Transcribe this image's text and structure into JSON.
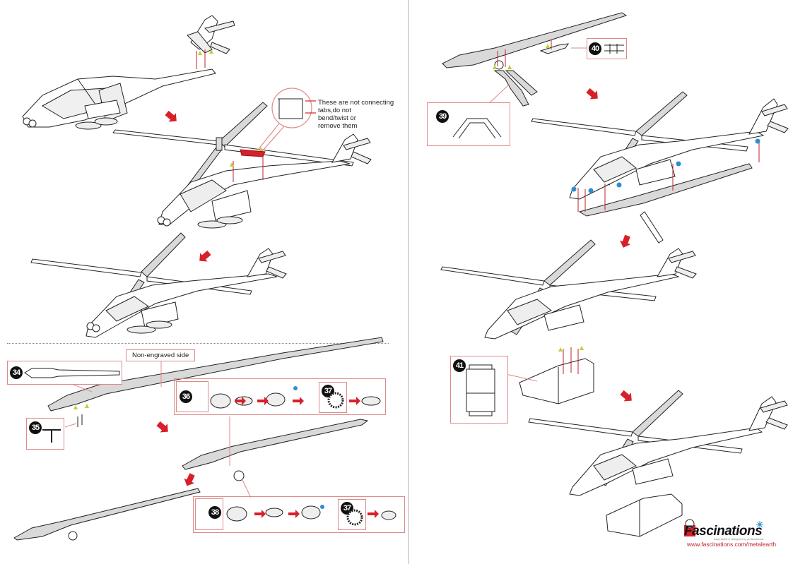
{
  "page": {
    "left_page": {
      "note_callout": {
        "text_lines": [
          "These are  not connecting",
          "tabs,do not",
          "bend/twist  or",
          "remove them"
        ]
      },
      "label_non_engraved": "Non-engraved side",
      "steps": [
        {
          "badge": "34",
          "part": "rear-fuselage-strip"
        },
        {
          "badge": "35",
          "part": "landing-gear-strut"
        },
        {
          "badge": "36",
          "part": "left-wheel-assembly"
        },
        {
          "badge": "37",
          "part": "wheel-ring"
        },
        {
          "badge": "38",
          "part": "right-wheel-assembly"
        },
        {
          "badge": "37",
          "part": "wheel-ring"
        }
      ]
    },
    "right_page": {
      "steps": [
        {
          "badge": "39",
          "part": "stand-support"
        },
        {
          "badge": "40",
          "part": "tail-wheel"
        },
        {
          "badge": "41",
          "part": "display-base"
        }
      ]
    },
    "brand": {
      "name": "Fascinations",
      "tagline": "assembled & designed by professionals",
      "url": "www.fascinations.com/metalearth"
    },
    "colors": {
      "accent_red": "#d8202a",
      "callout_border": "#e08a8a",
      "marker_green": "#b8d334",
      "marker_blue": "#2a8fd0",
      "part_grey": "#d9d9d9",
      "divider": "#d8d8d8"
    }
  }
}
